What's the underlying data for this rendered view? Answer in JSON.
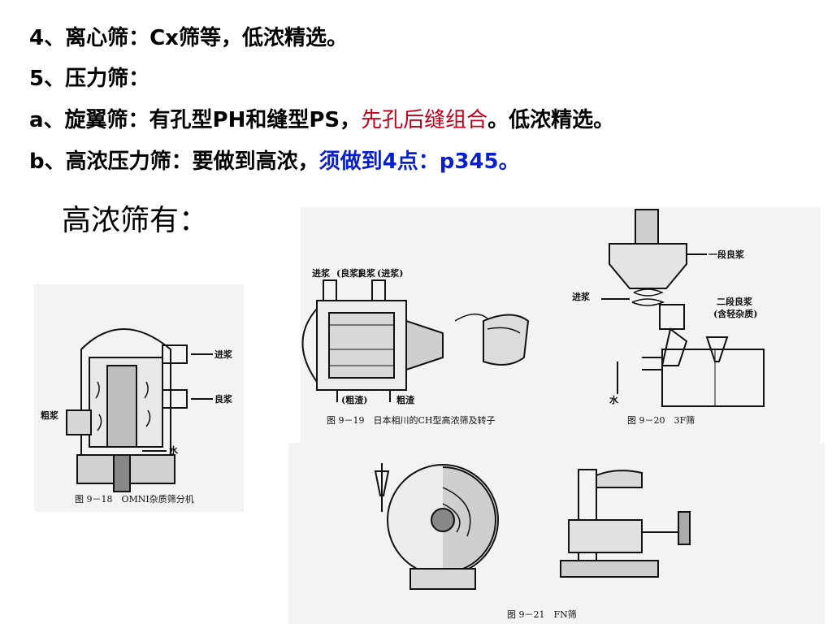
{
  "lines": [
    {
      "segments": [
        {
          "text": "4、离心筛：Cx筛等，低浓精选。"
        }
      ]
    },
    {
      "segments": [
        {
          "text": "5、压力筛："
        }
      ]
    },
    {
      "segments": [
        {
          "text": "a、旋翼筛：有孔型PH和缝型PS，"
        },
        {
          "text": "先孔后缝组合",
          "color": "#c0001a"
        },
        {
          "text": "。低浓精选。"
        }
      ]
    },
    {
      "segments": [
        {
          "text": "b、高浓压力筛："
        },
        {
          "text": "要做到高浓，"
        },
        {
          "text": "须做到4点：p345。",
          "color": "#0b1fc8"
        }
      ]
    }
  ],
  "heading": "高浓筛有：",
  "figures": {
    "omni": {
      "caption": "图 9－18　OMNI杂质筛分机",
      "labels": {
        "inlet": "进浆",
        "accept": "良浆",
        "reject": "粗浆",
        "water": "水"
      }
    },
    "ch": {
      "caption": "图 9－19　日本相川的CH型高浓筛及转子",
      "labels": {
        "inlet": "进浆",
        "accept": "良浆",
        "accept_paren": "(良浆)",
        "inlet_paren": "(进浆)",
        "coarse_paren": "(粗渣)",
        "coarse": "粗渣"
      }
    },
    "threef": {
      "caption": "图 9－20　3F筛",
      "labels": {
        "stage1": "一段良浆",
        "inlet": "进浆",
        "stage2": "二段良浆",
        "stage2_note": "(含轻杂质)",
        "water": "水"
      }
    },
    "fn": {
      "caption": "图 9－21　FN筛"
    }
  }
}
